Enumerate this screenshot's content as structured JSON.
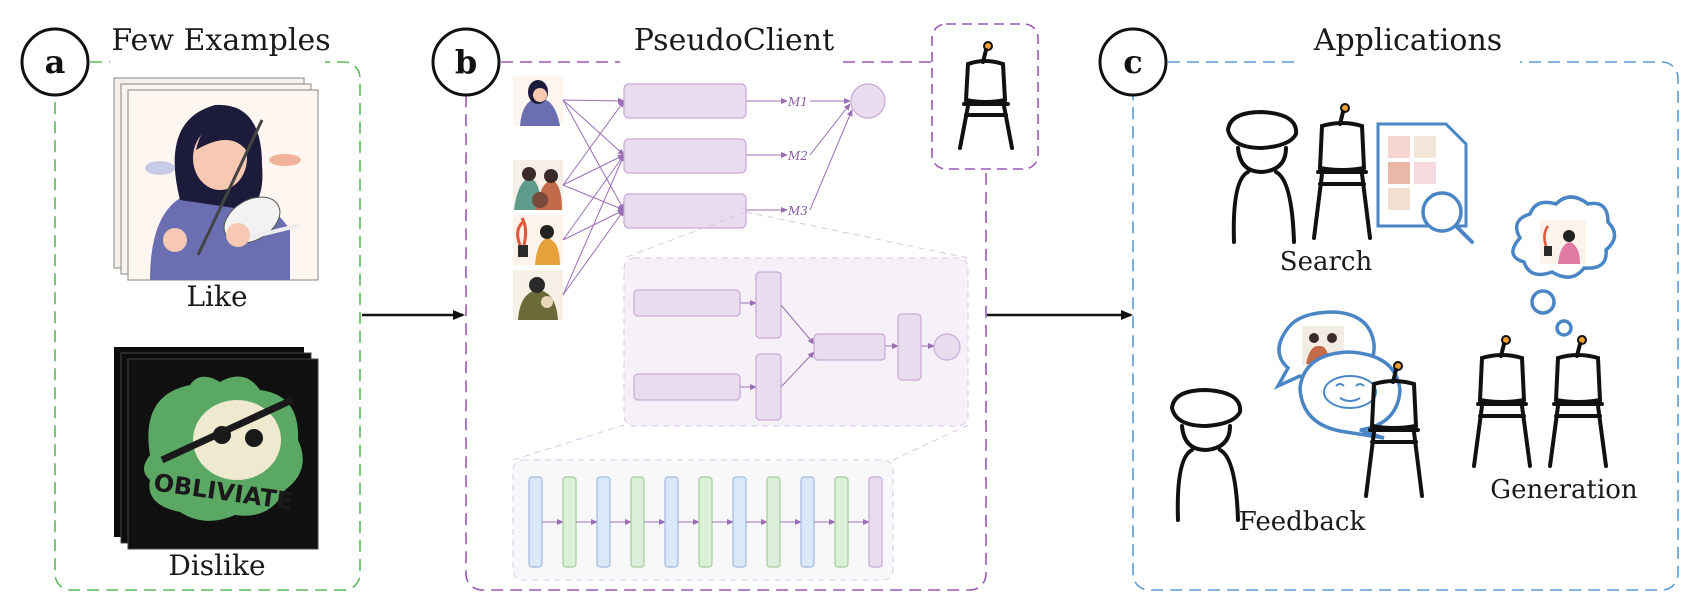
{
  "panels": {
    "a": {
      "badge": "a",
      "title": "Few Examples",
      "like_label": "Like",
      "dislike_label": "Dislike",
      "dislike_art_text": "OBLIVIATE"
    },
    "b": {
      "badge": "b",
      "title": "PseudoClient",
      "model_labels": [
        "M1",
        "M2",
        "M3"
      ]
    },
    "c": {
      "badge": "c",
      "title": "Applications",
      "search_label": "Search",
      "feedback_label": "Feedback",
      "generation_label": "Generation"
    }
  },
  "colors": {
    "panel_a_border": "#5cb85c",
    "panel_b_border": "#9b59b6",
    "panel_c_border": "#5b9bd5",
    "network_box_fill": "#eadcef",
    "network_box_stroke": "#c9a8d6",
    "network_line": "#9b6fb5",
    "cnn_blue": "#dbe8f7",
    "cnn_green": "#dcefd8",
    "speech_blue": "#4a86c5"
  }
}
